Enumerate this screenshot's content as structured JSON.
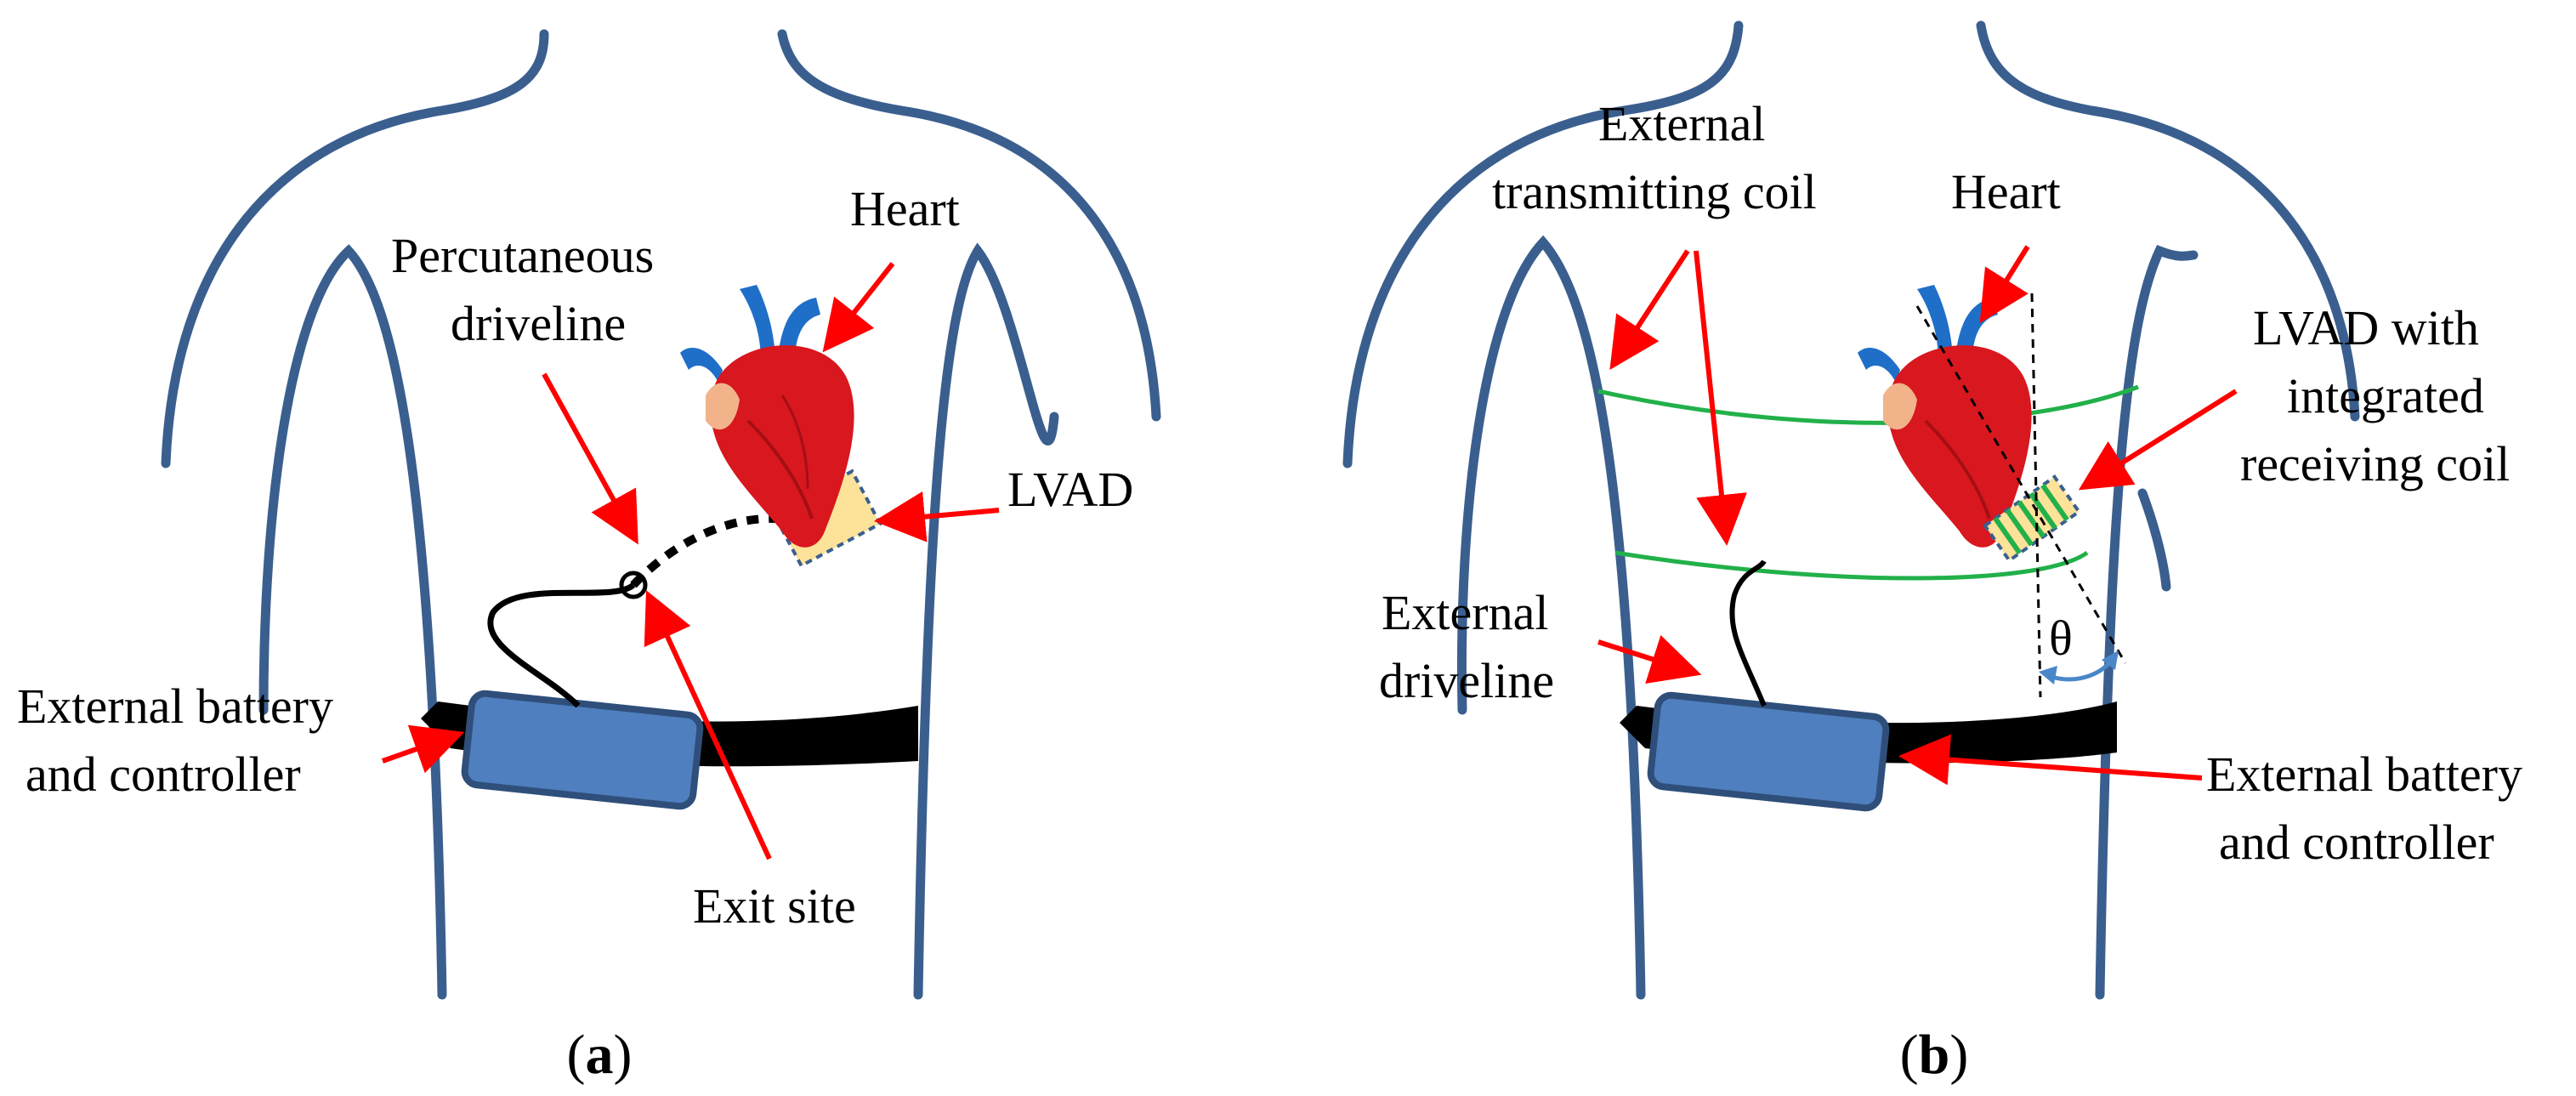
{
  "panel_a": {
    "caption": {
      "open": "(",
      "letter": "a",
      "close": ")"
    },
    "labels": {
      "heart": "Heart",
      "percutaneous_1": "Percutaneous",
      "percutaneous_2": "driveline",
      "lvad": "LVAD",
      "battery_1": "External battery",
      "battery_2": "and controller",
      "exit_site": "Exit site"
    }
  },
  "panel_b": {
    "caption": {
      "open": "(",
      "letter": "b",
      "close": ")"
    },
    "labels": {
      "coil_1": "External",
      "coil_2": "transmitting coil",
      "heart": "Heart",
      "lvad_1": "LVAD with",
      "lvad_2": "integrated",
      "lvad_3": "receiving coil",
      "driveline_1": "External",
      "driveline_2": "driveline",
      "battery_1": "External battery",
      "battery_2": "and controller",
      "theta": "θ"
    }
  },
  "colors": {
    "body_outline": "#3a5f8f",
    "battery_fill": "#4f7fbf",
    "battery_stroke": "#2f4f7a",
    "arrow": "#ff0000",
    "coil": "#22b04a",
    "lvad_fill": "#fde29a",
    "heart_red": "#d8171e",
    "vessel_blue": "#1f6fc8",
    "theta_arrow": "#4a86c8"
  }
}
